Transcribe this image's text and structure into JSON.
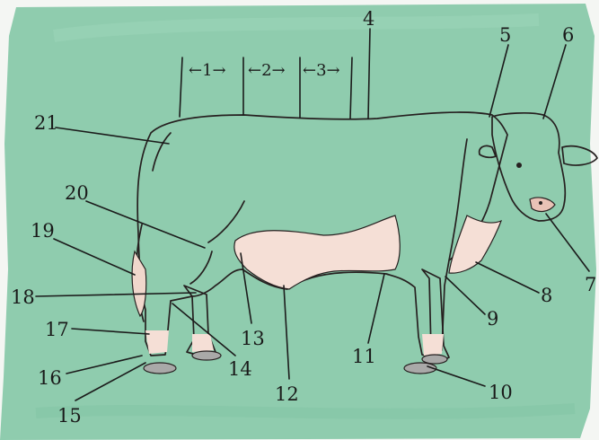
{
  "colors": {
    "background": "#8fccae",
    "hide": "#81493d",
    "white_markings": "#f5dfd6",
    "hooves": "#a9a9a8",
    "ink": "#1b1b1b"
  },
  "segments": [
    {
      "text": "←1→"
    },
    {
      "text": "←2→"
    },
    {
      "text": "←3→"
    }
  ],
  "labels": [
    {
      "text": "4"
    },
    {
      "text": "5"
    },
    {
      "text": "6"
    },
    {
      "text": "7"
    },
    {
      "text": "8"
    },
    {
      "text": "9"
    },
    {
      "text": "10"
    },
    {
      "text": "11"
    },
    {
      "text": "12"
    },
    {
      "text": "13"
    },
    {
      "text": "14"
    },
    {
      "text": "15"
    },
    {
      "text": "16"
    },
    {
      "text": "17"
    },
    {
      "text": "18"
    },
    {
      "text": "19"
    },
    {
      "text": "20"
    },
    {
      "text": "21"
    }
  ]
}
